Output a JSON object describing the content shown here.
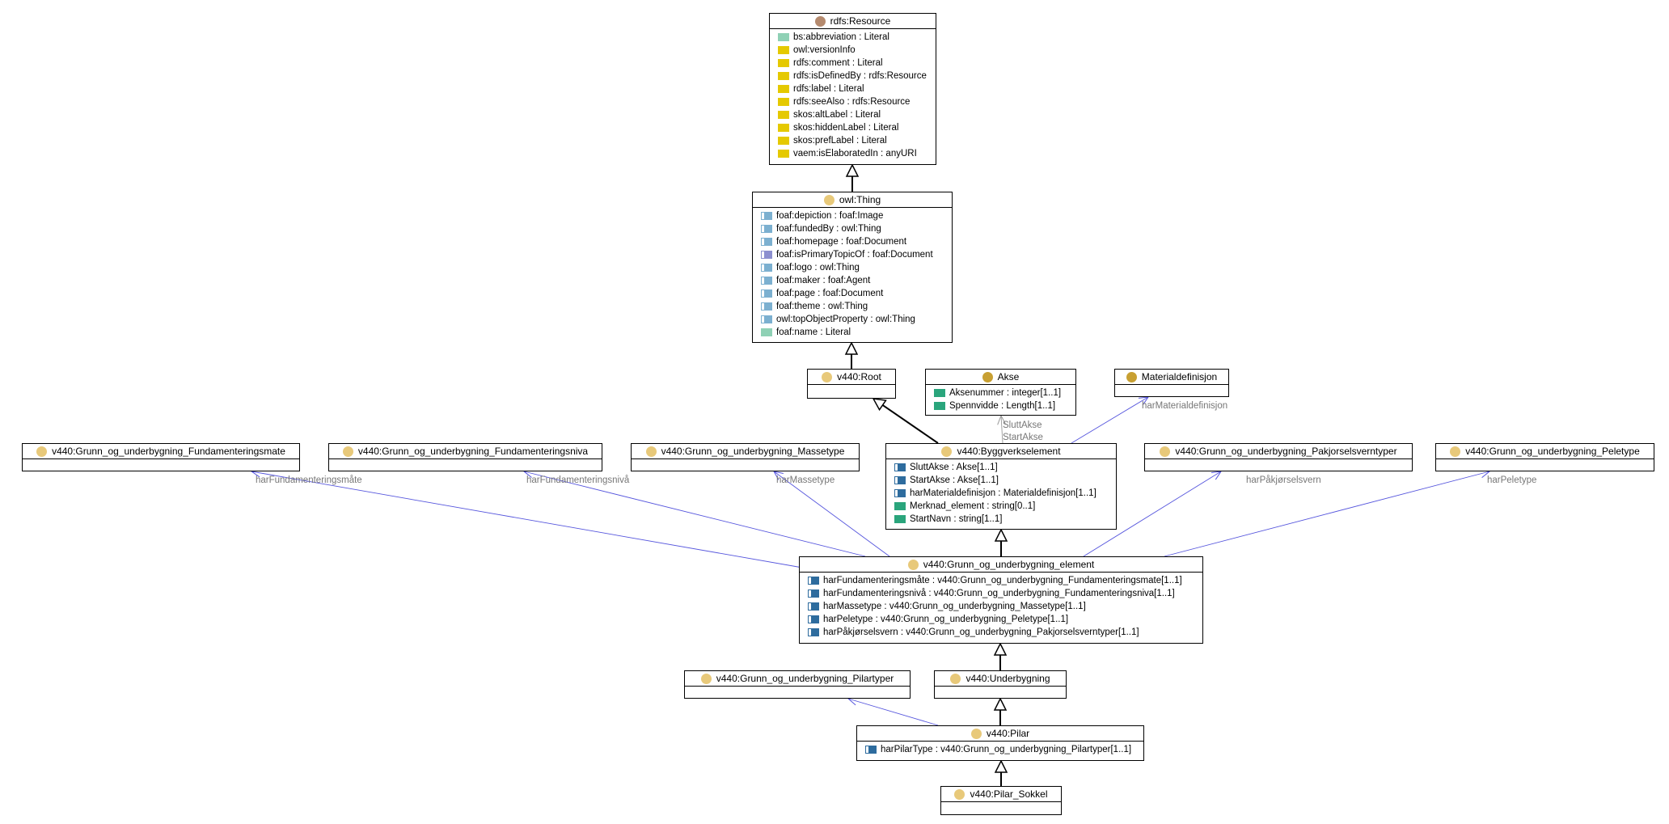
{
  "colors": {
    "resource_dot": "#b58a6e",
    "class_dot": "#e8c97a",
    "named_dot": "#c8a032",
    "icon_literal": "#8fd1b5",
    "icon_annotation": "#e5c900",
    "icon_object_light": "#7cb0d0",
    "icon_object_purple": "#8c8fd0",
    "icon_object": "#2e6c9e",
    "icon_datatype": "#2aa57c",
    "association": "#5555dd",
    "edge_label": "#777777"
  },
  "classes": [
    {
      "id": "resource",
      "title": "rdfs:Resource",
      "dot": "resource",
      "attrs": [
        {
          "text": "bs:abbreviation : Literal",
          "icon": "literal"
        },
        {
          "text": "owl:versionInfo",
          "icon": "annotation"
        },
        {
          "text": "rdfs:comment : Literal",
          "icon": "annotation"
        },
        {
          "text": "rdfs:isDefinedBy : rdfs:Resource",
          "icon": "annotation"
        },
        {
          "text": "rdfs:label : Literal",
          "icon": "annotation"
        },
        {
          "text": "rdfs:seeAlso : rdfs:Resource",
          "icon": "annotation"
        },
        {
          "text": "skos:altLabel : Literal",
          "icon": "annotation"
        },
        {
          "text": "skos:hiddenLabel : Literal",
          "icon": "annotation"
        },
        {
          "text": "skos:prefLabel : Literal",
          "icon": "annotation"
        },
        {
          "text": "vaem:isElaboratedIn : anyURI",
          "icon": "annotation"
        }
      ]
    },
    {
      "id": "thing",
      "title": "owl:Thing",
      "dot": "class",
      "attrs": [
        {
          "text": "foaf:depiction : foaf:Image",
          "icon": "object-light"
        },
        {
          "text": "foaf:fundedBy : owl:Thing",
          "icon": "object-light"
        },
        {
          "text": "foaf:homepage : foaf:Document",
          "icon": "object-light"
        },
        {
          "text": "foaf:isPrimaryTopicOf : foaf:Document",
          "icon": "object-purple"
        },
        {
          "text": "foaf:logo : owl:Thing",
          "icon": "object-light"
        },
        {
          "text": "foaf:maker : foaf:Agent",
          "icon": "object-light"
        },
        {
          "text": "foaf:page : foaf:Document",
          "icon": "object-light"
        },
        {
          "text": "foaf:theme : owl:Thing",
          "icon": "object-light"
        },
        {
          "text": "owl:topObjectProperty : owl:Thing",
          "icon": "object-light"
        },
        {
          "text": "foaf:name : Literal",
          "icon": "literal"
        }
      ]
    },
    {
      "id": "root",
      "title": "v440:Root",
      "dot": "class",
      "attrs": []
    },
    {
      "id": "akse",
      "title": "Akse",
      "dot": "named",
      "attrs": [
        {
          "text": "Aksenummer : integer[1..1]",
          "icon": "datatype"
        },
        {
          "text": "Spennvidde : Length[1..1]",
          "icon": "datatype"
        }
      ]
    },
    {
      "id": "matdef",
      "title": "Materialdefinisjon",
      "dot": "named",
      "attrs": []
    },
    {
      "id": "fundmate",
      "title": "v440:Grunn_og_underbygning_Fundamenteringsmate",
      "dot": "class",
      "attrs": []
    },
    {
      "id": "fundniva",
      "title": "v440:Grunn_og_underbygning_Fundamenteringsniva",
      "dot": "class",
      "attrs": []
    },
    {
      "id": "massetype",
      "title": "v440:Grunn_og_underbygning_Massetype",
      "dot": "class",
      "attrs": []
    },
    {
      "id": "bygg",
      "title": "v440:Byggverkselement",
      "dot": "class",
      "attrs": [
        {
          "text": "SluttAkse : Akse[1..1]",
          "icon": "object"
        },
        {
          "text": "StartAkse : Akse[1..1]",
          "icon": "object"
        },
        {
          "text": "harMaterialdefinisjon : Materialdefinisjon[1..1]",
          "icon": "object"
        },
        {
          "text": "Merknad_element : string[0..1]",
          "icon": "datatype"
        },
        {
          "text": "StartNavn : string[1..1]",
          "icon": "datatype"
        }
      ]
    },
    {
      "id": "pakjor",
      "title": "v440:Grunn_og_underbygning_Pakjorselsverntyper",
      "dot": "class",
      "attrs": []
    },
    {
      "id": "peletype",
      "title": "v440:Grunn_og_underbygning_Peletype",
      "dot": "class",
      "attrs": []
    },
    {
      "id": "element",
      "title": "v440:Grunn_og_underbygning_element",
      "dot": "class",
      "attrs": [
        {
          "text": "harFundamenteringsmåte : v440:Grunn_og_underbygning_Fundamenteringsmate[1..1]",
          "icon": "object"
        },
        {
          "text": "harFundamenteringsnivå : v440:Grunn_og_underbygning_Fundamenteringsniva[1..1]",
          "icon": "object"
        },
        {
          "text": "harMassetype : v440:Grunn_og_underbygning_Massetype[1..1]",
          "icon": "object"
        },
        {
          "text": "harPeletype : v440:Grunn_og_underbygning_Peletype[1..1]",
          "icon": "object"
        },
        {
          "text": "harPåkjørselsvern : v440:Grunn_og_underbygning_Pakjorselsverntyper[1..1]",
          "icon": "object"
        }
      ]
    },
    {
      "id": "pilartyper",
      "title": "v440:Grunn_og_underbygning_Pilartyper",
      "dot": "class",
      "attrs": []
    },
    {
      "id": "underbygning",
      "title": "v440:Underbygning",
      "dot": "class",
      "attrs": []
    },
    {
      "id": "pilar",
      "title": "v440:Pilar",
      "dot": "class",
      "attrs": [
        {
          "text": "harPilarType : v440:Grunn_og_underbygning_Pilartyper[1..1]",
          "icon": "object"
        }
      ]
    },
    {
      "id": "sokkel",
      "title": "v440:Pilar_Sokkel",
      "dot": "class",
      "attrs": []
    }
  ],
  "generalizations": [
    {
      "from": "thing",
      "to": "resource"
    },
    {
      "from": "root",
      "to": "thing"
    },
    {
      "from": "bygg",
      "to": "root"
    },
    {
      "from": "element",
      "to": "bygg"
    },
    {
      "from": "underbygning",
      "to": "element"
    },
    {
      "from": "pilar",
      "to": "underbygning"
    },
    {
      "from": "sokkel",
      "to": "pilar"
    }
  ],
  "associations": [
    {
      "id": "a1",
      "label": "harFundamenteringsmåte"
    },
    {
      "id": "a2",
      "label": "harFundamenteringsnivå"
    },
    {
      "id": "a3",
      "label": "harMassetype"
    },
    {
      "id": "a4",
      "label": "harPåkjørselsvern"
    },
    {
      "id": "a5",
      "label": "harPeletype"
    },
    {
      "id": "a6",
      "label": "SluttAkse"
    },
    {
      "id": "a7",
      "label": "StartAkse"
    },
    {
      "id": "a8",
      "label": "harMaterialdefinisjon"
    },
    {
      "id": "a9",
      "label": ""
    }
  ]
}
